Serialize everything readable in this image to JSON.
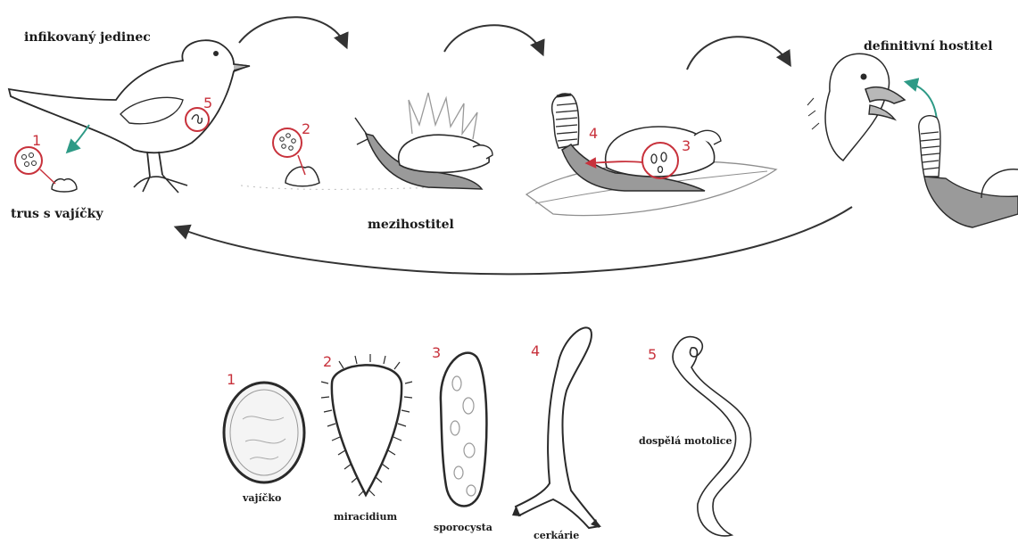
{
  "labels": {
    "infected": "infikovaný jedinec",
    "feces": "trus s vajíčky",
    "intermediate_host": "mezihostitel",
    "definitive_host": "definitivní hostitel"
  },
  "stages": [
    {
      "number": "1",
      "name": "vajíčko"
    },
    {
      "number": "2",
      "name": "miracidium"
    },
    {
      "number": "3",
      "name": "sporocysta"
    },
    {
      "number": "4",
      "name": "cerkárie"
    },
    {
      "number": "5",
      "name": "dospělá motolice"
    }
  ],
  "callout_numbers": [
    "1",
    "2",
    "3",
    "4",
    "5"
  ],
  "colors": {
    "ink": "#2a2a2a",
    "marker_red": "#c8323c",
    "arrow_teal": "#2e9a86",
    "shading": "#9a9a9a",
    "leaf": "#8e8e8e"
  }
}
